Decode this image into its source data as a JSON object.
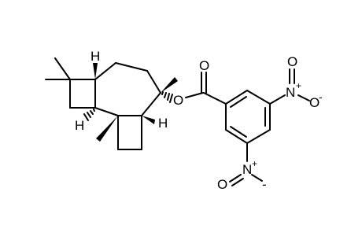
{
  "molecule": {
    "atom_labels": [
      {
        "text": "H"
      },
      {
        "text": "H"
      },
      {
        "text": "H"
      },
      {
        "text": "O"
      },
      {
        "text": "O"
      },
      {
        "text": "N"
      },
      {
        "text": "+"
      },
      {
        "text": "O"
      },
      {
        "text": "-"
      },
      {
        "text": "O"
      },
      {
        "text": "N"
      },
      {
        "text": "+"
      },
      {
        "text": "O"
      },
      {
        "text": "-"
      }
    ]
  }
}
